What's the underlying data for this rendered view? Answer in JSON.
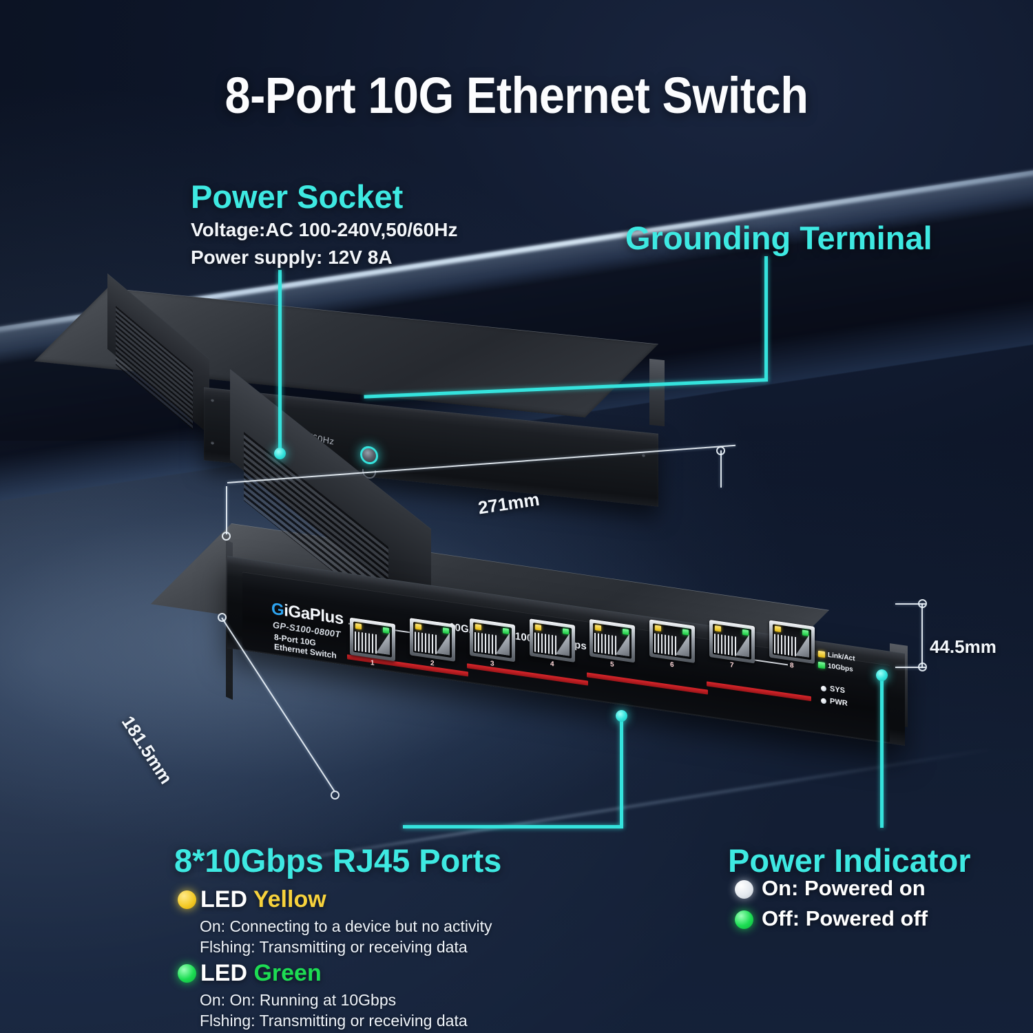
{
  "title": "8-Port 10G Ethernet Switch",
  "accent_color": "#35e3dd",
  "callouts": {
    "power_socket": {
      "heading": "Power Socket",
      "line1": "Voltage:AC 100-240V,50/60Hz",
      "line2": "Power supply: 12V 8A"
    },
    "grounding_terminal": {
      "heading": "Grounding Terminal"
    },
    "rj45_ports": {
      "heading": "8*10Gbps RJ45 Ports",
      "led_yellow": {
        "label_prefix": "LED",
        "label_color_word": "Yellow",
        "color": "#f7d23c",
        "line1": "On: Connecting to a device but no activity",
        "line2": "Flshing: Transmitting or receiving data"
      },
      "led_green": {
        "label_prefix": "LED",
        "label_color_word": "Green",
        "color": "#1ddc53",
        "line1": "On: On: Running at 10Gbps",
        "line2": "Flshing: Transmitting or receiving data"
      }
    },
    "power_indicator": {
      "heading": "Power Indicator",
      "on_text": "On: Powered on",
      "off_text": "Off: Powered off",
      "on_color": "#e9eef4",
      "off_color": "#1ddc53"
    }
  },
  "dimensions": {
    "width": "271mm",
    "height": "44.5mm",
    "depth": "181.5mm"
  },
  "device": {
    "rear_panel": {
      "ac_silkscreen": "AC 100-240V 50/60Hz"
    },
    "front_panel": {
      "brand_first": "G",
      "brand_rest": "iGaPlus",
      "model": "GP-S100-0800T",
      "sub_line1": "8-Port 10G",
      "sub_line2": "Ethernet Switch",
      "speed_label": "10G/5G/2.5G/1000/100Mbps Link/Act",
      "ports": [
        "1",
        "2",
        "3",
        "4",
        "5",
        "6",
        "7",
        "8"
      ],
      "status": {
        "link_act": "Link/Act",
        "ten_gbps": "10Gbps",
        "sys": "SYS",
        "pwr": "PWR"
      }
    }
  }
}
